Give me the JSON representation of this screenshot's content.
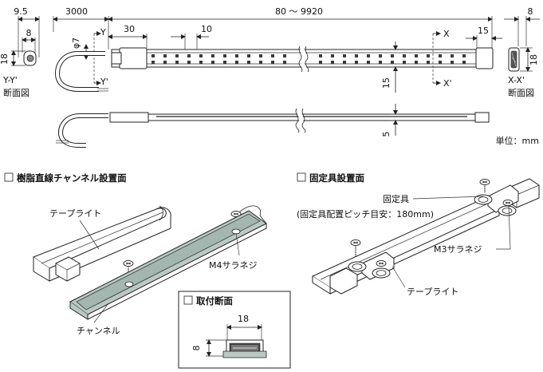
{
  "top_view": {
    "dim_cable": "3000",
    "dim_length": "80 ～ 9920",
    "dim_end": "8",
    "dim_95": "9.5",
    "dim_8_left": "8",
    "dim_18_left": "18",
    "dim_phi7": "φ7",
    "dim_30": "30",
    "dim_10": "10",
    "dim_15_right": "15",
    "dim_15_vert": "15",
    "dim_18_right": "18",
    "dim_5": "5",
    "label_x": "X",
    "label_x_prime": "X'",
    "label_y": "Y",
    "label_y_prime": "Y'",
    "section_yy_title": "Y-Y'",
    "section_yy_sub": "断面図",
    "section_xx_title": "X-X'",
    "section_xx_sub": "断面図",
    "unit": "単位：mm"
  },
  "channel_section": {
    "heading": "樹脂直線チャンネル設置面",
    "label_tape": "テープライト",
    "label_screw": "M4サラネジ",
    "label_channel": "チャンネル",
    "inset_heading": "取付断面",
    "inset_dim_w": "18",
    "inset_dim_h": "8"
  },
  "fixture_section": {
    "heading": "固定具設置面",
    "label_fixture": "固定具",
    "label_pitch": "(固定具配置ピッチ目安：180mm)",
    "label_screw": "M3サラネジ",
    "label_tape": "テープライト"
  },
  "colors": {
    "channel_fill": "#b9c9c3",
    "tape_fill": "#ffffff",
    "led_color": "#3a3a3a",
    "line": "#222222"
  }
}
